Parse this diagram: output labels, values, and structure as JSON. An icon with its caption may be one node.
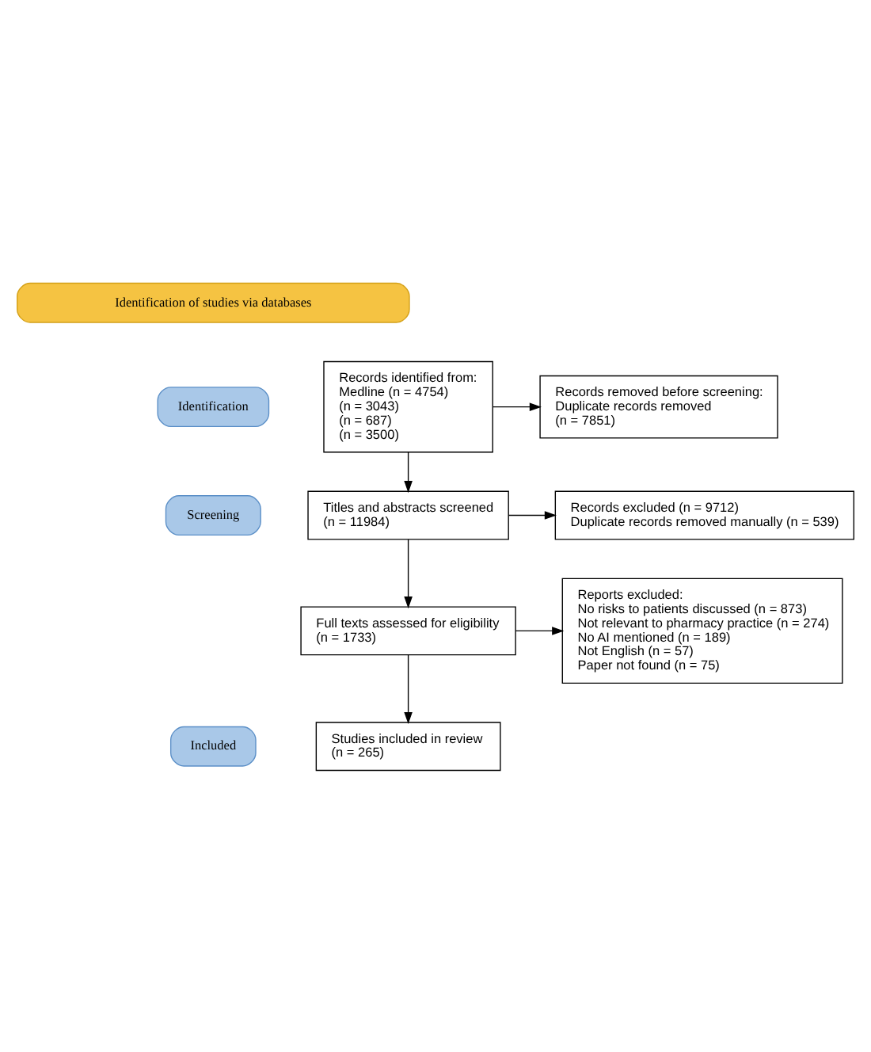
{
  "diagram": {
    "nodes": [
      {
        "text": [
          "Identification of studies via databases"
        ]
      },
      {
        "text": [
          "Identification"
        ]
      },
      {
        "text": [
          "Records identified from:",
          "Medline (n = 4754)",
          "(n = 3043)",
          "(n = 687)",
          "(n = 3500)"
        ]
      },
      {
        "text": [
          "Records removed before screening:",
          "Duplicate records removed",
          "(n = 7851)"
        ]
      },
      {
        "text": [
          "Screening"
        ]
      },
      {
        "text": [
          "Titles and abstracts screened",
          "(n = 11984)"
        ]
      },
      {
        "text": [
          "Records excluded (n = 9712)",
          "Duplicate records removed manually (n = 539)"
        ]
      },
      {
        "text": [
          "Full texts assessed for eligibility",
          "(n = 1733)"
        ]
      },
      {
        "text": [
          "Reports excluded:",
          "No risks to patients discussed (n = 873)",
          "Not relevant to pharmacy practice (n = 274)",
          "No AI mentioned (n = 189)",
          "Not English (n = 57)",
          "Paper not found (n = 75)"
        ]
      },
      {
        "text": [
          "Included"
        ]
      },
      {
        "text": [
          "Studies included in review",
          "(n = 265)"
        ]
      }
    ],
    "edges": [
      {
        "from": 2,
        "to": 3,
        "arrow": "to"
      },
      {
        "from": 2,
        "to": 5,
        "arrow": "to"
      },
      {
        "from": 5,
        "to": 6,
        "arrow": "to"
      },
      {
        "from": 5,
        "to": 7,
        "arrow": "to"
      },
      {
        "from": 7,
        "to": 8,
        "arrow": "to"
      },
      {
        "from": 7,
        "to": 10,
        "arrow": "to"
      }
    ]
  }
}
